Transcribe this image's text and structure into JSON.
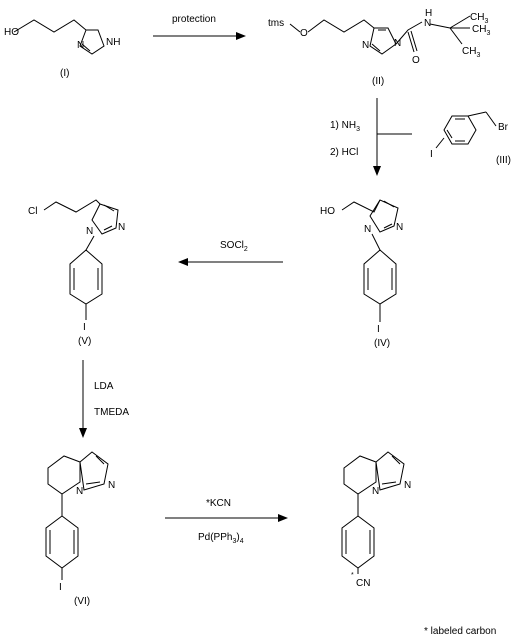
{
  "compounds": {
    "c1": {
      "label": "(I)",
      "atoms": {
        "o": "HO",
        "n": "N",
        "nh": "NH"
      }
    },
    "c2": {
      "label": "(II)",
      "atoms": {
        "tms": "tms",
        "o": "O",
        "n1": "N",
        "n2": "N",
        "nh": "N",
        "h": "H",
        "co": "O",
        "ch3a": "CH",
        "ch3b": "CH",
        "ch3c": "CH",
        "sub3": "3"
      }
    },
    "c3": {
      "label": "(III)",
      "atoms": {
        "i": "I",
        "br": "Br"
      }
    },
    "c4": {
      "label": "(IV)",
      "atoms": {
        "o": "HO",
        "n1": "N",
        "n2": "N",
        "i": "I"
      }
    },
    "c5": {
      "label": "(V)",
      "atoms": {
        "cl": "Cl",
        "n1": "N",
        "n2": "N",
        "i": "I"
      }
    },
    "c6": {
      "label": "(VI)",
      "atoms": {
        "n1": "N",
        "n2": "N",
        "i": "I"
      }
    },
    "c7": {
      "label": "",
      "atoms": {
        "n1": "N",
        "n2": "N",
        "star": "*",
        "cn": "CN"
      }
    }
  },
  "reactions": {
    "r1": {
      "reagent": "protection"
    },
    "r2": {
      "step1": "1)  NH",
      "step1_sub": "3",
      "step2": "2)  HCl"
    },
    "r3": {
      "reagent": "SOCl",
      "reagent_sub": "2"
    },
    "r4": {
      "reagent1": "LDA",
      "reagent2": "TMEDA"
    },
    "r5": {
      "reagent1": "*KCN",
      "reagent2": "Pd(PPh",
      "sub": "3",
      "close": ")",
      "sub2": "4"
    }
  },
  "footnote": "* labeled carbon"
}
